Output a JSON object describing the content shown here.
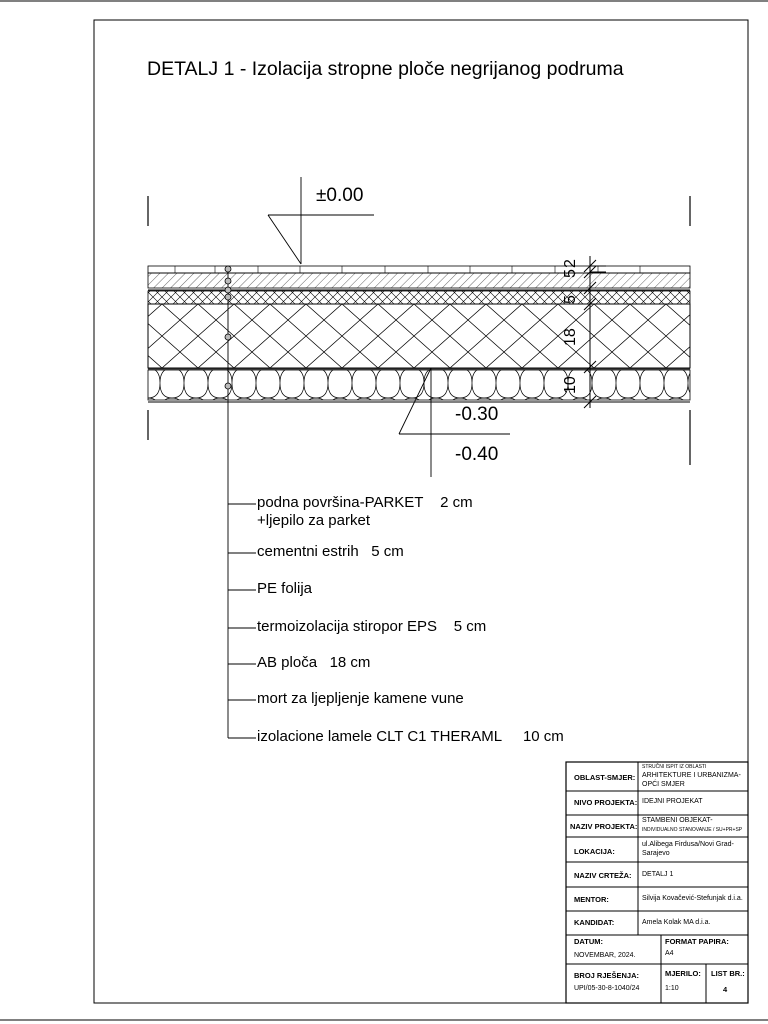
{
  "title": "DETALJ 1 - Izolacija stropne ploče negrijanog podruma",
  "levels": {
    "top": "±0.00",
    "mid": "-0.30",
    "bottom": "-0.40"
  },
  "dimensions": [
    "5",
    "2",
    "5",
    "18",
    "10"
  ],
  "layers": [
    {
      "name": "podna površina-PARKET",
      "thickness": "2 cm",
      "line2": "+ljepilo za parket"
    },
    {
      "name": "cementni estrih",
      "thickness": "5 cm"
    },
    {
      "name": "PE folija",
      "thickness": ""
    },
    {
      "name": "termoizolacija stiropor EPS",
      "thickness": "5 cm"
    },
    {
      "name": "AB ploča",
      "thickness": "18 cm"
    },
    {
      "name": "mort za ljepljenje kamene vune",
      "thickness": ""
    },
    {
      "name": "izolacione lamele CLT C1 THERAML",
      "thickness": "10 cm"
    }
  ],
  "title_block": {
    "oblast_label": "OBLAST-SMJER:",
    "oblast_l1": "STRUČNI ISPIT IZ OBLASTI",
    "oblast_l2": "ARHITEKTURE I URBANIZMA-",
    "oblast_l3": "OPĆI SMJER",
    "nivo_label": "NIVO PROJEKTA:",
    "nivo_value": "IDEJNI PROJEKAT",
    "naziv_projekta_label": "NAZIV PROJEKTA:",
    "naziv_projekta_l1": "STAMBENI OBJEKAT-",
    "naziv_projekta_l2": "INDIVIDUALNO STANOVANJE / SU+PR+SP",
    "lokacija_label": "LOKACIJA:",
    "lokacija_l1": "ul.Alibega Firdusa/Novi Grad-",
    "lokacija_l2": "Sarajevo",
    "naziv_crteza_label": "NAZIV CRTEŽA:",
    "naziv_crteza_value": "DETALJ 1",
    "mentor_label": "MENTOR:",
    "mentor_value": "Silvija Kovačević-Stefunjak d.i.a.",
    "kandidat_label": "KANDIDAT:",
    "kandidat_value": "Amela Kolak MA d.i.a.",
    "datum_label": "DATUM:",
    "datum_value": "NOVEMBAR, 2024.",
    "format_label": "FORMAT PAPIRA:",
    "format_value": "A4",
    "broj_label": "BROJ RJEŠENJA:",
    "broj_value": "UPI/05-30-8-1040/24",
    "mjerilo_label": "MJERILO:",
    "mjerilo_value": "1:10",
    "list_label": "LIST BR.:",
    "list_value": "4"
  }
}
